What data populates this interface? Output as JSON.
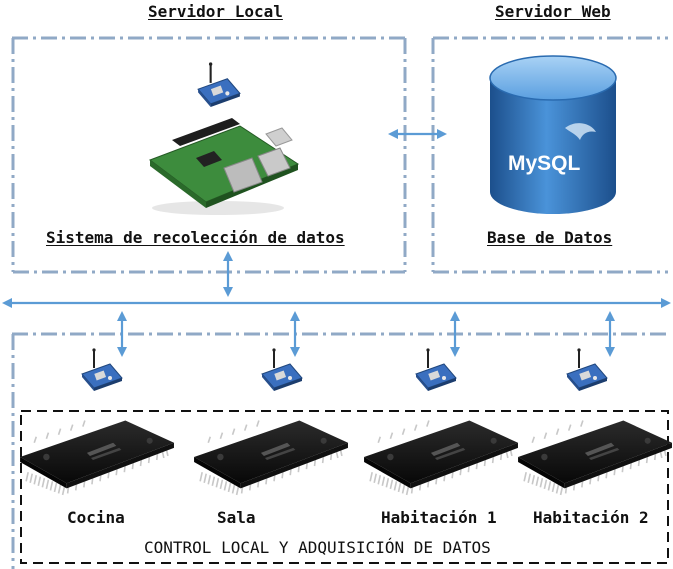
{
  "servers": {
    "local_title": "Servidor Local",
    "web_title": "Servidor Web",
    "local_label": "Sistema de recolección de datos",
    "web_label": "Base de Datos",
    "db_logo_text": "MySQL"
  },
  "control": {
    "title": "CONTROL LOCAL Y ADQUISICIÓN DE DATOS",
    "nodes": [
      {
        "label": "Cocina"
      },
      {
        "label": "Sala"
      },
      {
        "label": "Habitación 1"
      },
      {
        "label": "Habitación 2"
      }
    ]
  },
  "icons": {
    "radio": "xbee-radio-module-icon",
    "board": "raspberry-pi-board-icon",
    "database": "mysql-database-cylinder-icon",
    "chip": "microcontroller-chip-icon"
  },
  "colors": {
    "frame": "#90a9c6",
    "arrow": "#5b9bd5",
    "box": "#111111",
    "db": "#3a7fc4",
    "xbee": "#3a6fbf",
    "board": "#3d8c3d"
  }
}
